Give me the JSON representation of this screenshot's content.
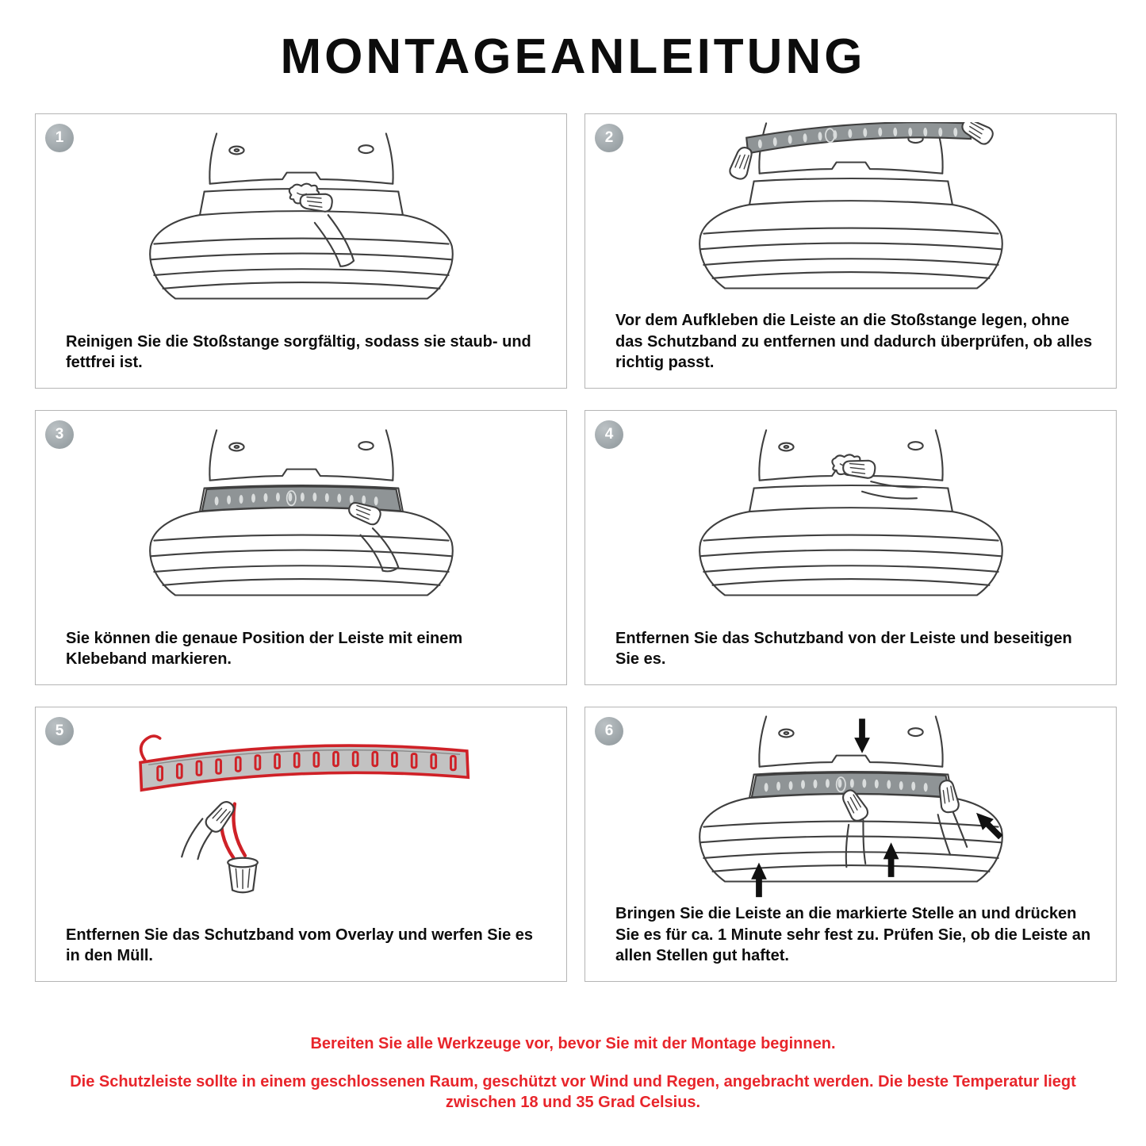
{
  "page": {
    "title": "MONTAGEANLEITUNG"
  },
  "steps": [
    {
      "number": "1",
      "caption": "Reinigen Sie die Stoßstange sorgfältig, sodass sie staub- und fettfrei ist."
    },
    {
      "number": "2",
      "caption": "Vor dem Aufkleben die Leiste an die Stoßstange legen, ohne das Schutzband zu entfernen und dadurch überprüfen, ob alles richtig passt."
    },
    {
      "number": "3",
      "caption": "Sie können die genaue Position der Leiste mit einem Klebeband markieren."
    },
    {
      "number": "4",
      "caption": "Entfernen Sie das Schutzband von der Leiste und beseitigen Sie es."
    },
    {
      "number": "5",
      "caption": "Entfernen Sie das Schutzband vom Overlay und werfen Sie es in den Müll."
    },
    {
      "number": "6",
      "caption": "Bringen Sie die Leiste an die markierte Stelle an und drücken Sie es für ca. 1 Minute sehr fest zu. Prüfen Sie, ob die Leiste an allen Stellen gut haftet."
    }
  ],
  "footer": {
    "line1": "Bereiten Sie alle Werkzeuge vor, bevor Sie mit der Montage beginnen.",
    "line2": "Die Schutzleiste sollte in einem geschlossenen Raum, geschützt vor Wind und Regen, angebracht werden. Die beste Temperatur liegt zwischen 18 und 35 Grad Celsius."
  },
  "colors": {
    "accent_red": "#e8252b",
    "strip_red": "#cf2127",
    "badge_gray": "#8d969a",
    "line_gray": "#3f3f3f"
  }
}
